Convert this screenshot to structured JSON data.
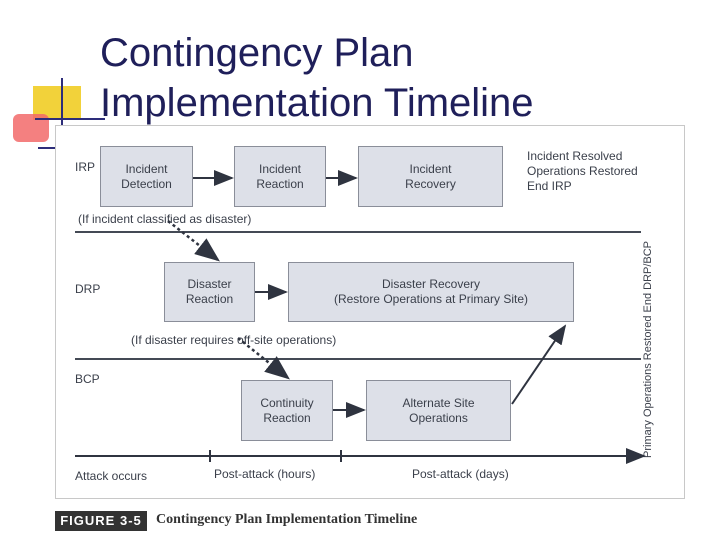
{
  "slide": {
    "title_line1": "Contingency Plan",
    "title_line2": "Implementation Timeline"
  },
  "figure": {
    "rows": {
      "irp": "IRP",
      "drp": "DRP",
      "bcp": "BCP"
    },
    "boxes": {
      "incident_detection": "Incident\nDetection",
      "incident_reaction": "Incident\nReaction",
      "incident_recovery": "Incident\nRecovery",
      "disaster_reaction": "Disaster\nReaction",
      "disaster_recovery": "Disaster Recovery\n(Restore Operations at Primary Site)",
      "continuity_reaction": "Continuity\nReaction",
      "alternate_site_operations": "Alternate Site\nOperations"
    },
    "notes": {
      "irp_end": "Incident Resolved\nOperations Restored\nEnd IRP",
      "disaster_condition": "(If incident classified as disaster)",
      "offsite_condition": "(If disaster requires off-site operations)",
      "vertical_end": "Primary Operations Restored End DRP/BCP"
    },
    "timeline": {
      "attack": "Attack occurs",
      "hours": "Post-attack (hours)",
      "days": "Post-attack (days)"
    },
    "caption_tag": "FIGURE 3-5",
    "caption_text": "Contingency Plan Implementation Timeline"
  },
  "colors": {
    "title": "#1f1f5a",
    "box_fill": "#dde0e8",
    "box_border": "#8a8e99",
    "deco_yellow": "#f2d23a",
    "deco_red": "#f26a6a"
  }
}
